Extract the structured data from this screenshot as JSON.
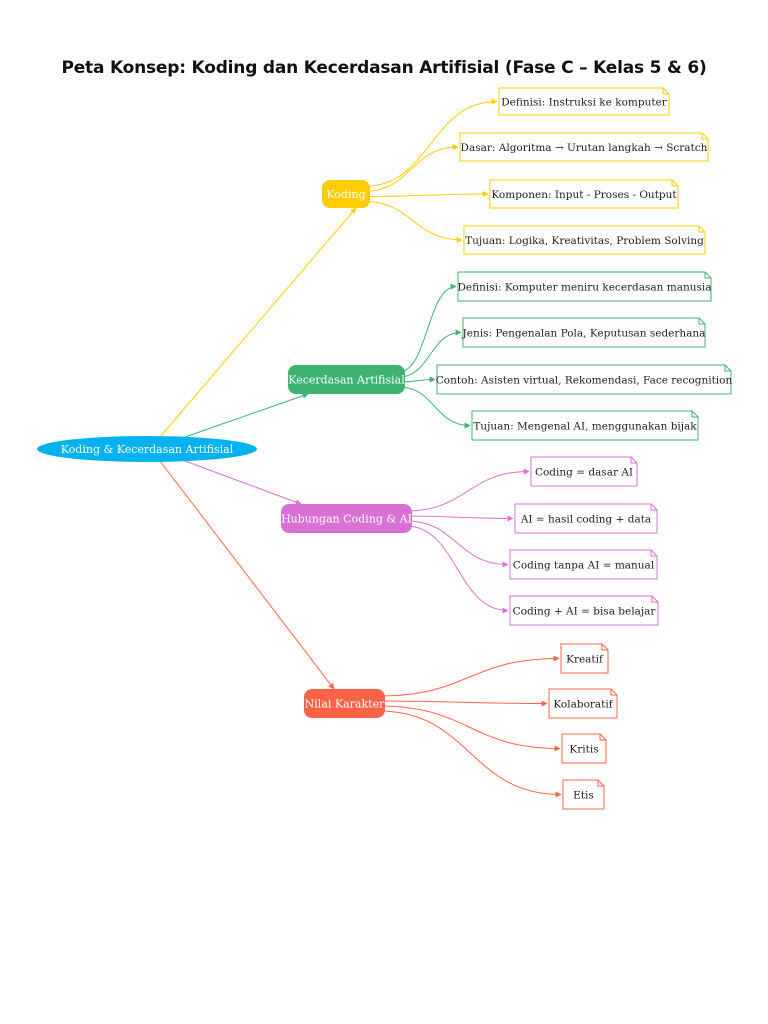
{
  "title": "Peta Konsep: Koding dan Kecerdasan Artifisial (Fase C – Kelas 5 & 6)",
  "root": {
    "label": "Koding & Kecerdasan Artifisial",
    "color": "#00b2f0"
  },
  "branches": [
    {
      "id": "koding",
      "label": "Koding",
      "color": "#ffcc00",
      "leaves": [
        "Definisi: Instruksi ke komputer",
        "Dasar: Algoritma → Urutan langkah → Scratch",
        "Komponen: Input - Proses - Output",
        "Tujuan: Logika, Kreativitas, Problem Solving"
      ]
    },
    {
      "id": "ai",
      "label": "Kecerdasan Artifisial",
      "color": "#3cb371",
      "leaves": [
        "Definisi: Komputer meniru kecerdasan manusia",
        "Jenis: Pengenalan Pola, Keputusan sederhana",
        "Contoh: Asisten virtual, Rekomendasi, Face recognition",
        "Tujuan: Mengenal AI, menggunakan bijak"
      ]
    },
    {
      "id": "hubungan",
      "label": "Hubungan Coding & AI",
      "color": "#da70d6",
      "leaves": [
        "Coding = dasar AI",
        "AI = hasil coding + data",
        "Coding tanpa AI = manual",
        "Coding + AI = bisa belajar"
      ]
    },
    {
      "id": "karakter",
      "label": "Nilai Karakter",
      "color": "#ff6347",
      "leaves": [
        "Kreatif",
        "Kolaboratif",
        "Kritis",
        "Etis"
      ]
    }
  ]
}
